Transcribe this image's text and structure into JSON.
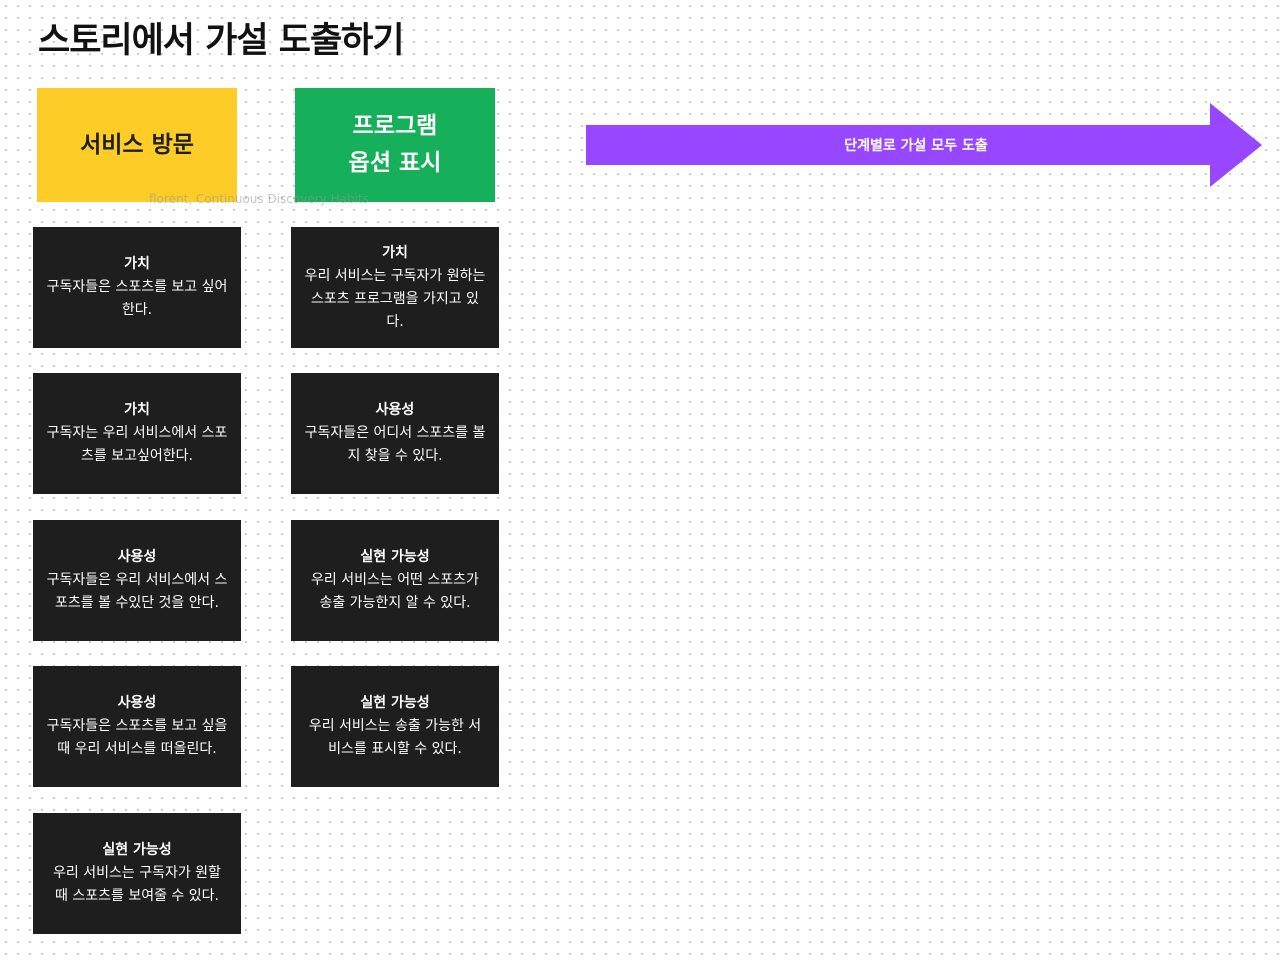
{
  "title": "스토리에서 가설 도출하기",
  "columns": [
    {
      "header": "서비스 방문",
      "color": "#fdcc27",
      "cards": [
        {
          "title": "가치",
          "text": "구독자들은 스포츠를 보고 싶어한다."
        },
        {
          "title": "가치",
          "text": "구독자는 우리 서비스에서 스포츠를 보고싶어한다."
        },
        {
          "title": "사용성",
          "text": "구독자들은 우리 서비스에서 스포츠를 볼 수있단 것을 안다."
        },
        {
          "title": "사용성",
          "text": "구독자들은 스포츠를 보고 싶을 때 우리 서비스를 떠올린다."
        },
        {
          "title": "실현 가능성",
          "text": "우리 서비스는 구독자가 원할 때 스포츠를 보여줄 수 있다."
        }
      ]
    },
    {
      "header": "프로그램\n옵션 표시",
      "color": "#16b05a",
      "cards": [
        {
          "title": "가치",
          "text": "우리 서비스는 구독자가 원하는 스포츠 프로그램을 가지고 있다."
        },
        {
          "title": "사용성",
          "text": "구독자들은 어디서 스포츠를 볼지 찾을 수 있다."
        },
        {
          "title": "실현 가능성",
          "text": "우리 서비스는 어떤 스포츠가 송출 가능한지 알 수 있다."
        },
        {
          "title": "실현 가능성",
          "text": "우리 서비스는 송출 가능한 서비스를 표시할 수 있다."
        }
      ]
    }
  ],
  "arrow": {
    "label": "단계별로 가설 모두 도출",
    "color": "#9747ff"
  },
  "watermark": "florent, Continuous Discovery Habits"
}
